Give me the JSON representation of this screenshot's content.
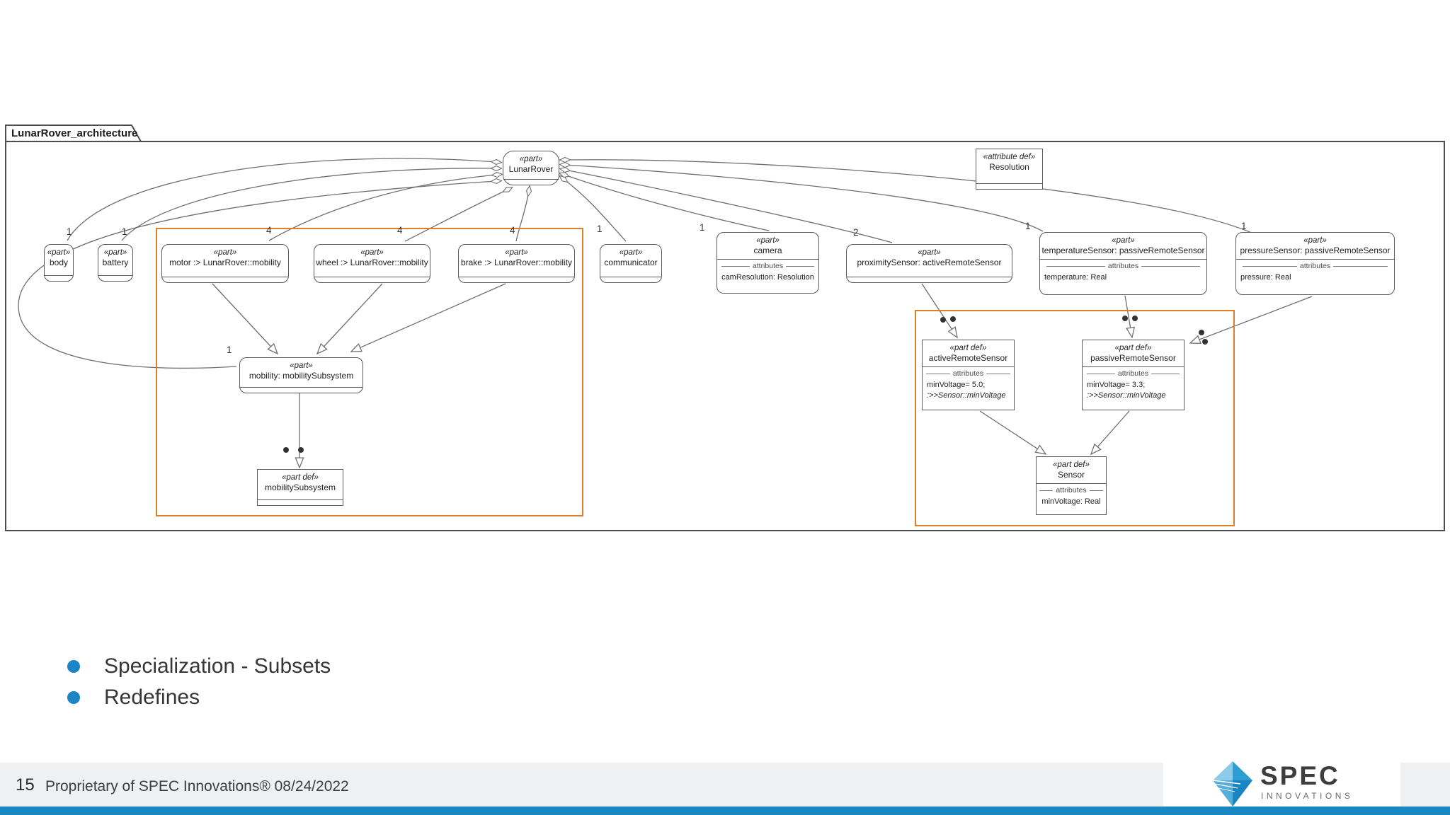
{
  "diagram": {
    "title": "LunarRover_architecture",
    "nodes": {
      "lunar_rover": {
        "stereotype": "«part»",
        "name": "LunarRover"
      },
      "body": {
        "stereotype": "«part»",
        "name": "body",
        "multiplicity": "1"
      },
      "battery": {
        "stereotype": "«part»",
        "name": "battery",
        "multiplicity": "1"
      },
      "motor": {
        "stereotype": "«part»",
        "name": "motor :> LunarRover::mobility",
        "multiplicity": "4"
      },
      "wheel": {
        "stereotype": "«part»",
        "name": "wheel :> LunarRover::mobility",
        "multiplicity": "4"
      },
      "brake": {
        "stereotype": "«part»",
        "name": "brake :> LunarRover::mobility",
        "multiplicity": "4"
      },
      "communicator": {
        "stereotype": "«part»",
        "name": "communicator",
        "multiplicity": "1"
      },
      "camera": {
        "stereotype": "«part»",
        "name": "camera",
        "multiplicity": "1",
        "attributes_label": "attributes",
        "attr1": "camResolution: Resolution"
      },
      "proximity_sensor": {
        "stereotype": "«part»",
        "name": "proximitySensor: activeRemoteSensor",
        "multiplicity": "2"
      },
      "temperature_sensor": {
        "stereotype": "«part»",
        "name": "temperatureSensor: passiveRemoteSensor",
        "multiplicity": "1",
        "attributes_label": "attributes",
        "attr1": "temperature: Real"
      },
      "pressure_sensor": {
        "stereotype": "«part»",
        "name": "pressureSensor: passiveRemoteSensor",
        "multiplicity": "1",
        "attributes_label": "attributes",
        "attr1": "pressure: Real"
      },
      "mobility": {
        "stereotype": "«part»",
        "name": "mobility: mobilitySubsystem",
        "multiplicity": "1"
      },
      "mobility_subsystem_def": {
        "stereotype": "«part def»",
        "name": "mobilitySubsystem"
      },
      "active_remote_sensor_def": {
        "stereotype": "«part def»",
        "name": "activeRemoteSensor",
        "attributes_label": "attributes",
        "attr1": "minVoltage= 5.0;",
        "attr2": ":>>Sensor::minVoltage"
      },
      "passive_remote_sensor_def": {
        "stereotype": "«part def»",
        "name": "passiveRemoteSensor",
        "attributes_label": "attributes",
        "attr1": "minVoltage= 3.3;",
        "attr2": ":>>Sensor::minVoltage"
      },
      "sensor_def": {
        "stereotype": "«part def»",
        "name": "Sensor",
        "attributes_label": "attributes",
        "attr1": "minVoltage: Real"
      },
      "resolution_def": {
        "stereotype": "«attribute def»",
        "name": "Resolution"
      }
    }
  },
  "bullets": [
    "Specialization - Subsets",
    "Redefines"
  ],
  "footer": {
    "page_number": "15",
    "text": "Proprietary of SPEC Innovations® 08/24/2022"
  },
  "logo": {
    "title": "SPEC",
    "subtitle": "INNOVATIONS"
  },
  "colors": {
    "bullet_blue": "#1b85c5",
    "highlight_orange": "#e07f2a",
    "footer_bar_blue": "#1787c2",
    "wire_gray": "#6f6f6f"
  }
}
